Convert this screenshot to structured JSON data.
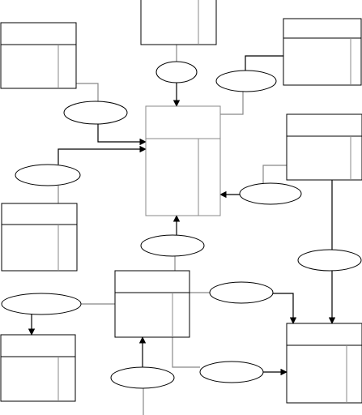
{
  "diagram": {
    "background": "#ffffff",
    "stroke_primary": "#000000",
    "stroke_secondary": "#888888",
    "entities": [
      {
        "id": "entity-top-center"
      },
      {
        "id": "entity-top-left"
      },
      {
        "id": "entity-top-right"
      },
      {
        "id": "entity-center"
      },
      {
        "id": "entity-right-mid"
      },
      {
        "id": "entity-left-mid"
      },
      {
        "id": "entity-bottom-center"
      },
      {
        "id": "entity-bottom-left"
      },
      {
        "id": "entity-bottom-right"
      }
    ],
    "relationships": [
      {
        "id": "relationship-top-center"
      },
      {
        "id": "relationship-top-right"
      },
      {
        "id": "relationship-left-upper"
      },
      {
        "id": "relationship-left-mid"
      },
      {
        "id": "relationship-right-mid"
      },
      {
        "id": "relationship-center-bottom"
      },
      {
        "id": "relationship-right-lower"
      },
      {
        "id": "relationship-left-lower"
      },
      {
        "id": "relationship-center-right"
      },
      {
        "id": "relationship-bottom-center"
      },
      {
        "id": "relationship-bottom-right"
      }
    ]
  }
}
